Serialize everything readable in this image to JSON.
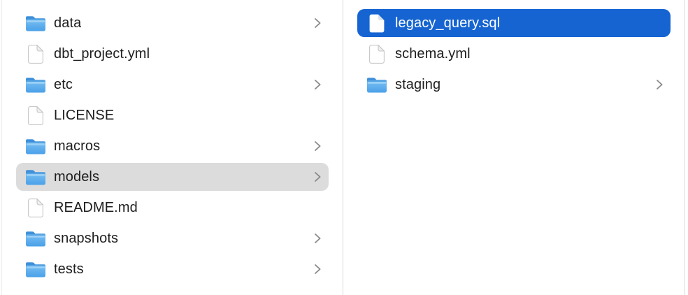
{
  "app": "finder-column-browser",
  "colors": {
    "selection_active": "#1564d2",
    "selection_inactive": "#dcdcdc",
    "divider": "#dadada",
    "text": "#1e1e1e",
    "selected_text": "#ffffff"
  },
  "columns": [
    {
      "name": "left",
      "items": [
        {
          "name": "data",
          "type": "folder",
          "chevron": true,
          "selected": "none"
        },
        {
          "name": "dbt_project.yml",
          "type": "file",
          "chevron": false,
          "selected": "none"
        },
        {
          "name": "etc",
          "type": "folder",
          "chevron": true,
          "selected": "none"
        },
        {
          "name": "LICENSE",
          "type": "file",
          "chevron": false,
          "selected": "none"
        },
        {
          "name": "macros",
          "type": "folder",
          "chevron": true,
          "selected": "none"
        },
        {
          "name": "models",
          "type": "folder",
          "chevron": true,
          "selected": "inactive-gray"
        },
        {
          "name": "README.md",
          "type": "file",
          "chevron": false,
          "selected": "none"
        },
        {
          "name": "snapshots",
          "type": "folder",
          "chevron": true,
          "selected": "none"
        },
        {
          "name": "tests",
          "type": "folder",
          "chevron": true,
          "selected": "none"
        }
      ]
    },
    {
      "name": "right",
      "items": [
        {
          "name": "legacy_query.sql",
          "type": "file",
          "chevron": false,
          "selected": "active-blue"
        },
        {
          "name": "schema.yml",
          "type": "file",
          "chevron": false,
          "selected": "none"
        },
        {
          "name": "staging",
          "type": "folder",
          "chevron": true,
          "selected": "none"
        }
      ]
    }
  ]
}
